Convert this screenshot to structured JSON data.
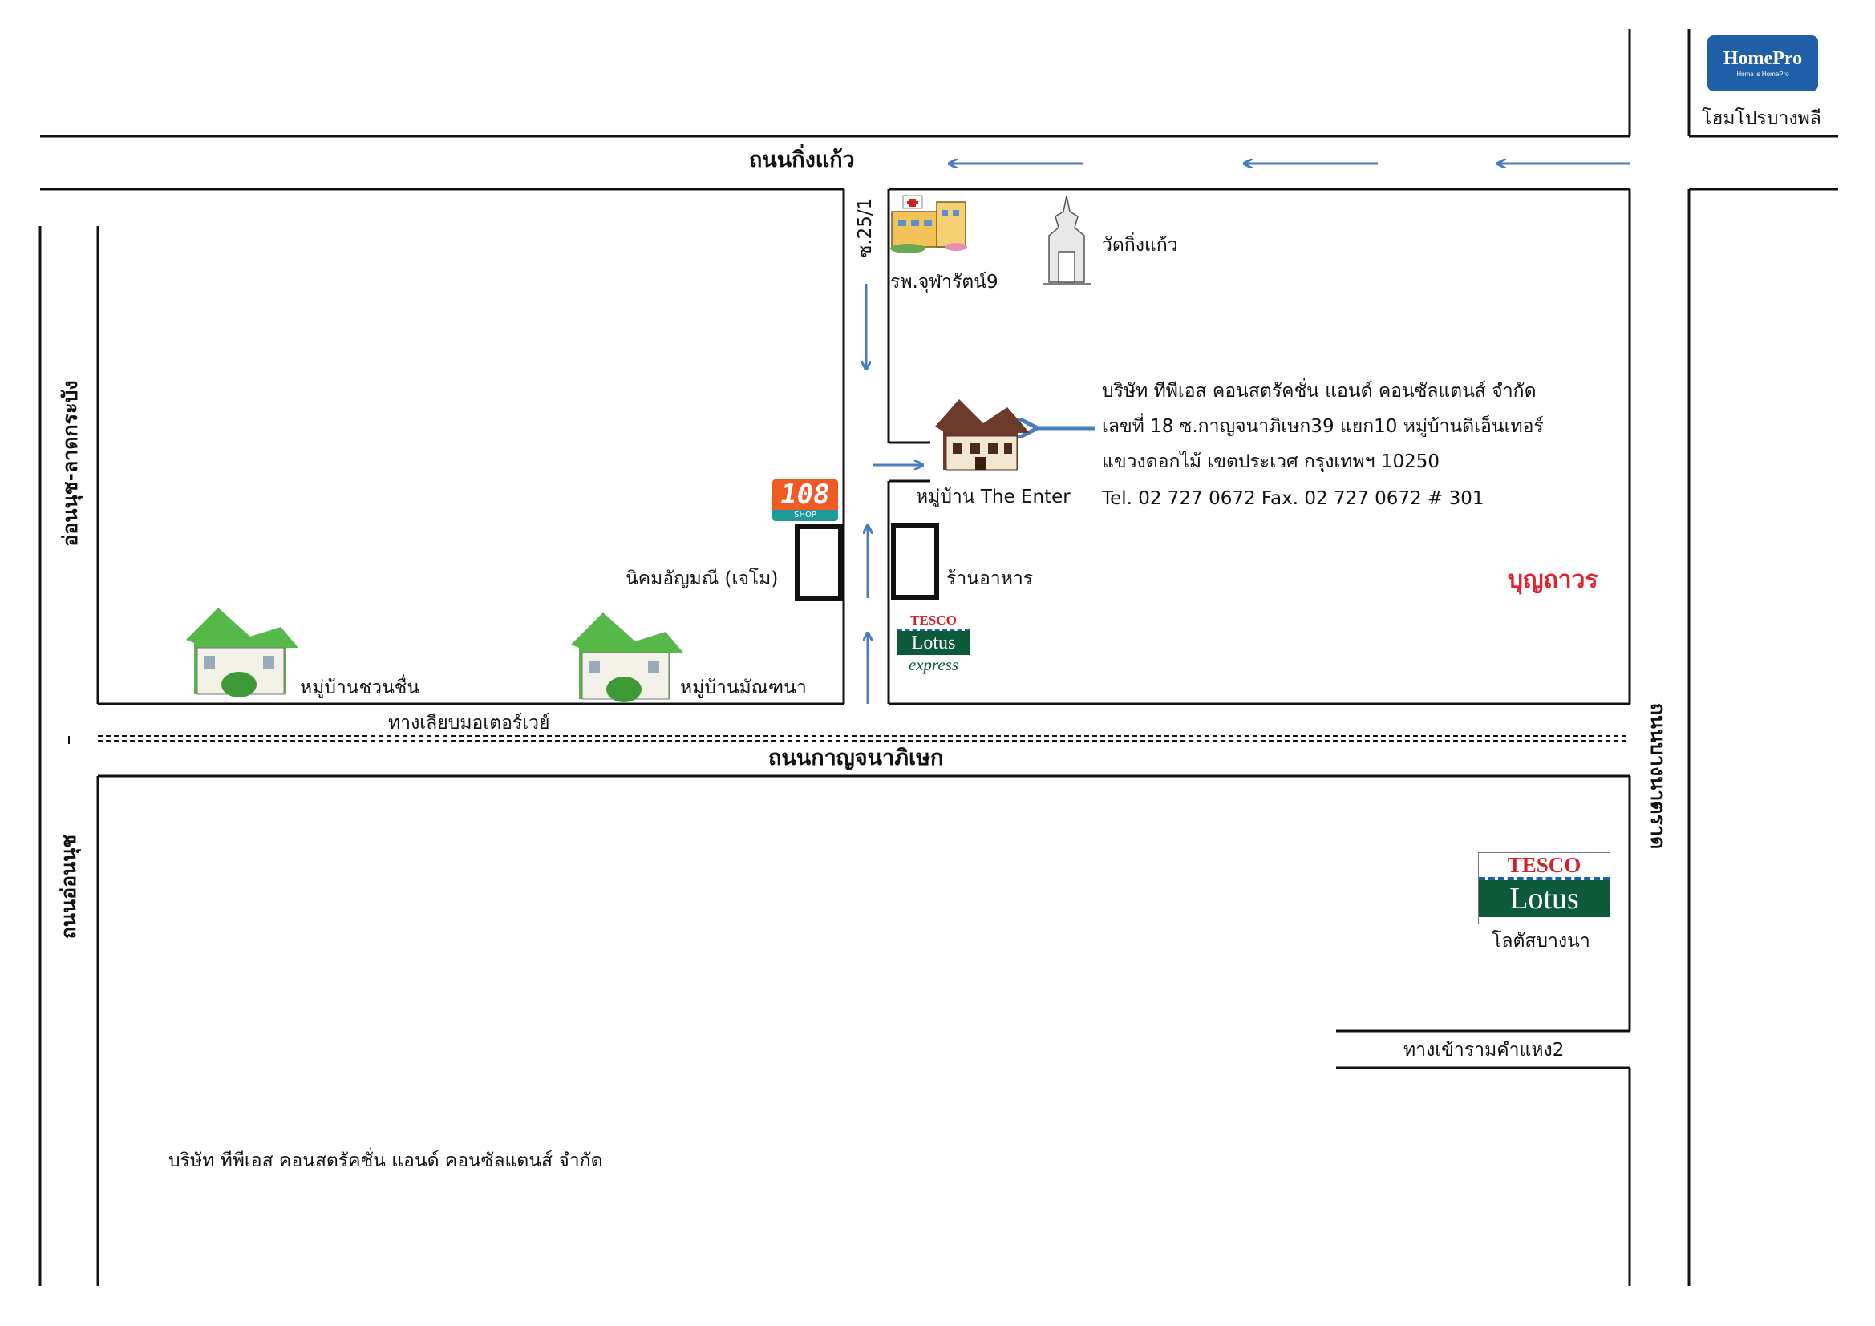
{
  "roads": {
    "king_kaew": "ถนนกิ่งแก้ว",
    "kanchanaphisek": "ถนนกาญจนาภิเษก",
    "soi_25_1": "ซ.25/1",
    "frontage": "ทางเลียบมอเตอร์เวย์",
    "on_nut_lat_krabang": "อ่อนนุช-ลาดกระบัง",
    "on_nut": "ถนนอ่อนนุช",
    "bang_na_trat": "ถนนบางนาตราด",
    "ramkhamhaeng2": "ทางเข้ารามคำแหง2"
  },
  "landmarks": {
    "homepro_logo_text": "HomePro",
    "homepro_tagline": "Home is HomePro",
    "homepro_label": "โฮมโปรบางพลี",
    "hospital": "รพ.จุฬารัตน์9",
    "temple": "วัดกิ่งแก้ว",
    "village_enter": "หมู่บ้าน The Enter",
    "shop108_text": "108",
    "shop108_sub": "SHOP",
    "jewelry": "นิคมอัญมณี (เจโม)",
    "restaurant": "ร้านอาหาร",
    "village_chuan_chuen": "หมู่บ้านชวนชื่น",
    "village_manthana": "หมู่บ้านมัณฑนา",
    "tesco_top": "TESCO",
    "lotus": "Lotus",
    "express": "express",
    "boonthavorn": "บุญถาวร",
    "lotus_bangna": "โลตัสบางนา"
  },
  "company": {
    "name": "บริษัท ทีพีเอส คอนสตรัคชั่น แอนด์ คอนซัลแตนส์ จำกัด",
    "address1": "เลขที่ 18 ซ.กาญจนาภิเษก39 แยก10 หมู่บ้านดิเอ็นเทอร์",
    "address2": "แขวงดอกไม้ เขตประเวศ กรุงเทพฯ 10250",
    "contact": "Tel. 02 727 0672   Fax. 02 727 0672 # 301"
  },
  "footer": {
    "company": "บริษัท ทีพีเอส คอนสตรัคชั่น แอนด์ คอนซัลแตนส์ จำกัด"
  },
  "colors": {
    "road_line": "#111111",
    "arrow": "#4a7cc0",
    "homepro_blue": "#1f5fa8",
    "tesco_red": "#d0202a",
    "lotus_green": "#0d5a3a",
    "boonthavorn_red": "#e0202a"
  }
}
